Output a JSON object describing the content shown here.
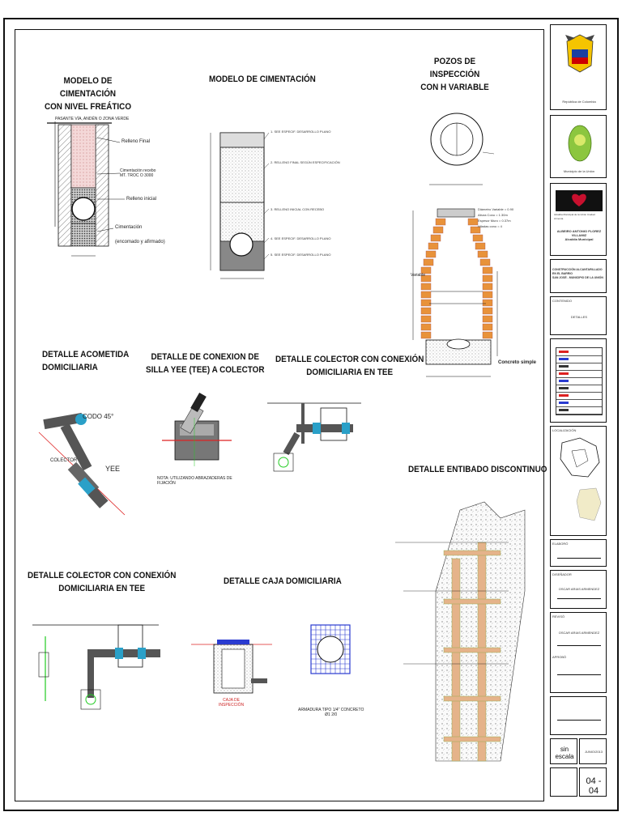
{
  "titles": {
    "cim_freatico": "MODELO DE CIMENTACIÓN\nCON NIVEL FREÁTICO",
    "cim": "MODELO DE CIMENTACIÓN",
    "pozos": "POZOS DE INSPECCIÓN\nCON H VARIABLE",
    "acometida": "DETALLE ACOMETIDA\nDOMICILIARIA",
    "silla": "DETALLE DE CONEXION DE\nSILLA YEE (TEE) A COLECTOR",
    "colector1": "DETALLE COLECTOR CON CONEXIÓN\nDOMICILIARIA EN TEE",
    "entibado": "DETALLE ENTIBADO DISCONTINUO",
    "colector2": "DETALLE COLECTOR CON CONEXIÓN\nDOMICILIARIA EN TEE",
    "caja": "DETALLE CAJA DOMICILIARIA"
  },
  "labels": {
    "freatico_top": "PASANTE VÍA, ANDÉN O ZONA VERDE",
    "relleno_final": "Relleno Final",
    "cimentacion_recebo": "Cimentación recebo\nMT. TROC O 3000",
    "relleno_inicial": "Relleno inicial",
    "cimentacion": "Cimentación",
    "cimentacion_sub": "(encomado y afirmado)",
    "codo": "CODO 45°",
    "colector": "COLECTOR",
    "yee": "YEE",
    "nota_silla": "NOTA: UTILIZANDO ABRAZADERAS DE\nFIJACIÓN",
    "concreto_simple": "Concreto simple",
    "variable": "Variable",
    "caja_inspeccion": "CAJA DE\nINSPECCIÓN",
    "armadura": "ARMADURA TIPO 1/4\" CONCRETO\nØ1 2/0"
  },
  "sidebar": {
    "republica": "República de Colombia",
    "municipio": "Municipio de la Unión",
    "alcaldia_logo": "Alcaldía Municipal de la Unión Ciudad Armonía",
    "alcaldia_name": "ALBEIRO ANTONIO FLOREZ VILLAMIZ\nAlcaldía Municipal",
    "project": "CONSTRUCCIÓN ALCANTARILLADO EN EL BARRIO\nSAN JOSÉ - MUNICIPIO DE LA UNIÓN",
    "contenido": "CONTENIDO",
    "detalles": "DETALLES",
    "localizacion": "LOCALIZACIÓN",
    "elaboro": "ELABORÓ",
    "disenador": "DISEÑADOR",
    "nombre1": "OSCAR ARIAS ARMENDEZ",
    "reviso": "REVISÓ",
    "aprobo": "APROBÓ",
    "escala": "sin escala",
    "fecha": "JUNIO/2013",
    "plancha": "04 - 04"
  },
  "colors": {
    "brick": "#e8923a",
    "pipe_blue": "#2aa0c8",
    "red_line": "#d22",
    "green": "#2c2",
    "dark_fill": "#555"
  }
}
